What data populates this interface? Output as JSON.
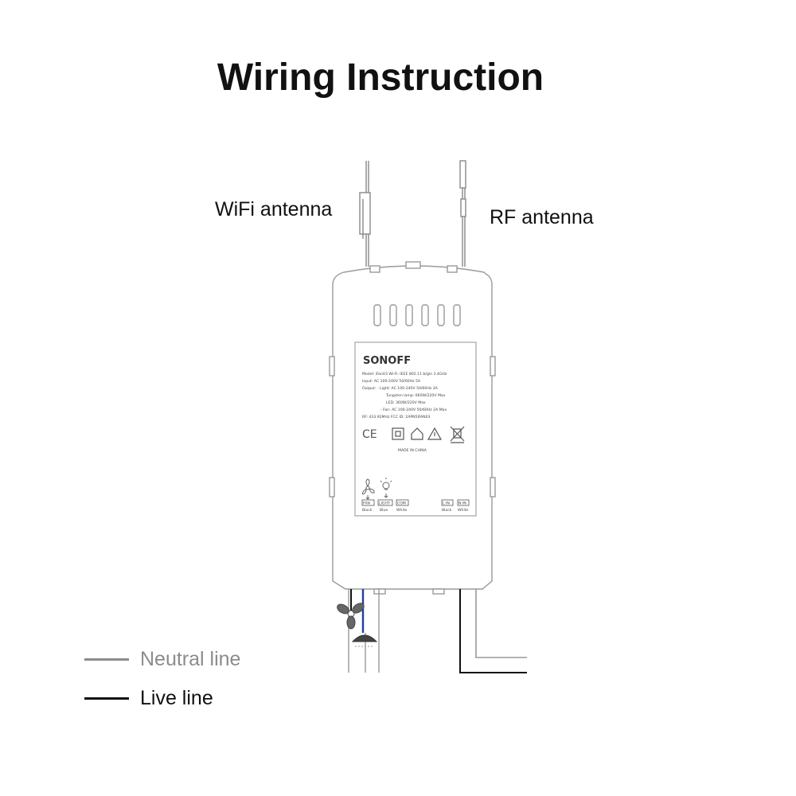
{
  "title": "Wiring Instruction",
  "labels": {
    "wifi_antenna": "WiFi antenna",
    "rf_antenna": "RF antenna"
  },
  "device": {
    "brand": "SONOFF",
    "spec_lines": [
      "Model: iFan03    Wi-Fi: IEEE 802.11 b/g/n 2.4GHz",
      "Input: AC 100-240V 50/60Hz 5A",
      "Output: - Light: AC 100-240V 50/60Hz 3A",
      "Tungsten lamp: 660W/220V Max",
      "LED: 360W/220V Max",
      "- Fan: AC 100-240V 50/60Hz 2A Max",
      "RF: 433.92MHz        FCC ID: 2APN5IFAN03"
    ],
    "made_in": "MADE IN CHINA",
    "terminals_left": [
      {
        "code": "FAN",
        "color": "Black"
      },
      {
        "code": "LIGHT",
        "color": "Blue"
      },
      {
        "code": "COM",
        "color": "White"
      }
    ],
    "terminals_right": [
      {
        "code": "L IN",
        "color": "Black"
      },
      {
        "code": "N IN",
        "color": "White"
      }
    ]
  },
  "legend": [
    {
      "label": "Neutral line",
      "color": "#8c8c8c"
    },
    {
      "label": "Live line",
      "color": "#111111"
    }
  ],
  "colors": {
    "outline": "#9a9a9a",
    "live": "#111111",
    "neutral": "#8c8c8c",
    "blue_wire": "#1f3f9f"
  }
}
